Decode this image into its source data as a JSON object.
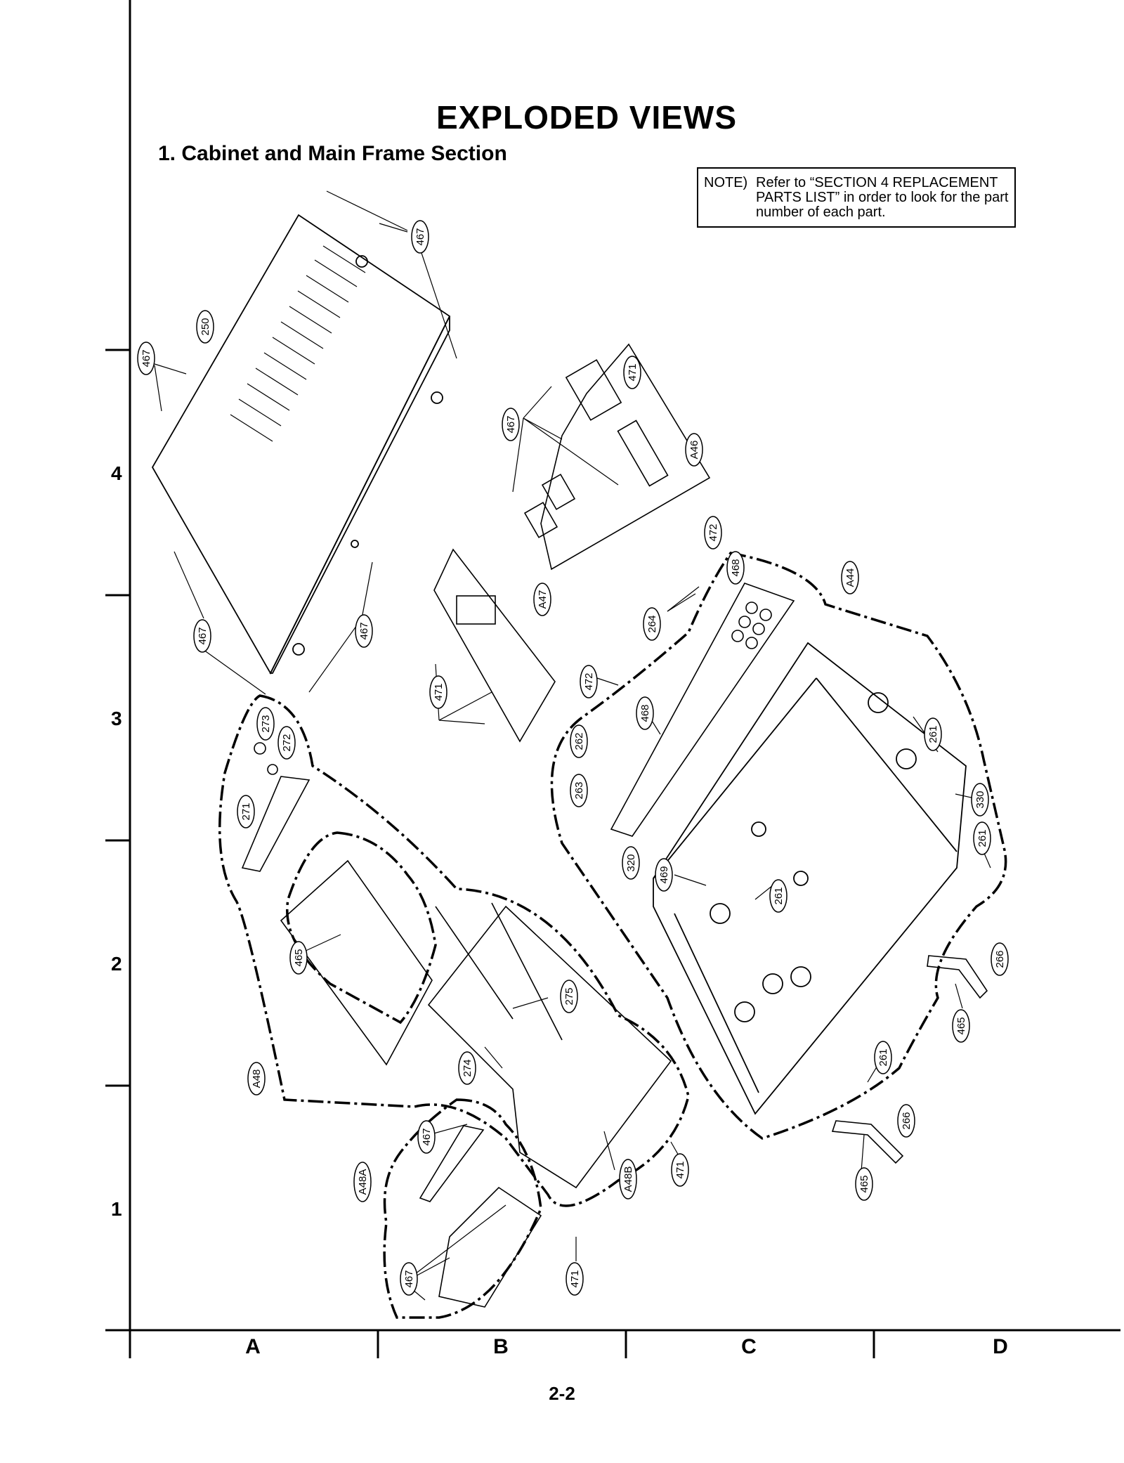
{
  "title": "EXPLODED VIEWS",
  "section_title": "1. Cabinet and Main Frame Section",
  "note": {
    "label": "NOTE)",
    "text": "Refer to “SECTION 4 REPLACEMENT PARTS LIST” in order to look for the part number of each part."
  },
  "grid": {
    "rows": [
      "4",
      "3",
      "2",
      "1"
    ],
    "columns": [
      "A",
      "B",
      "C",
      "D"
    ]
  },
  "page_number": "2-2",
  "callouts": [
    "467",
    "467",
    "250",
    "467",
    "467",
    "467",
    "471",
    "A46",
    "472",
    "468",
    "A44",
    "264",
    "A47",
    "471",
    "472",
    "468",
    "262",
    "263",
    "320",
    "469",
    "261",
    "261",
    "330",
    "261",
    "266",
    "465",
    "261",
    "266",
    "465",
    "273",
    "272",
    "271",
    "465",
    "A48",
    "275",
    "274",
    "467",
    "A48A",
    "467",
    "471",
    "471",
    "A48B"
  ]
}
